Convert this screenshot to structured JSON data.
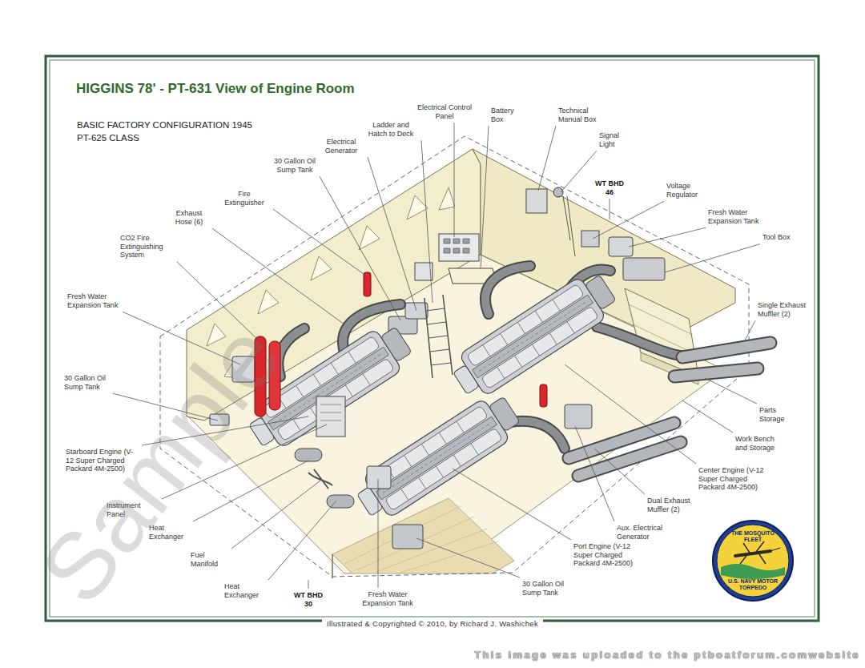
{
  "diagram": {
    "title": "HIGGINS 78' - PT-631 View of Engine Room",
    "caption": "Illustrated & Copyrighted © 2010, by Richard J. Washichek",
    "nodes": [
      {
        "text": [
          "THE MOSQUITO FLEET",
          "U.S. NAVY MOTOR TORPEDO"
        ]
      }
    ],
    "labels": [
      "BASIC FACTORY CONFIGURATION 1945",
      "PT-625 CLASS",
      "Electrical Control Panel",
      "Ladder and Hatch to Deck",
      "Electrical Generator",
      "30 Gallon Oil Sump Tank",
      "Fire Extinguisher",
      "Exhaust Hose (6)",
      "CO2 Fire Extinguishing System",
      "Fresh Water Expansion Tank",
      "30 Gallon Oil Sump Tank",
      "Starboard Engine (V-12 Super Charged Packard 4M-2500)",
      "Instrument Panel",
      "Heat Exchanger",
      "Fuel Manifold",
      "Heat Exchanger",
      "WT BHD 30",
      "Fresh Water Expansion Tank",
      "30 Gallon Oil Sump Tank",
      "Port Engine (V-12 Super Charged Packard 4M-2500)",
      "Aux. Electrical Generator",
      "Dual Exhaust Muffler (2)",
      "Center Engine (V-12 Super Charged Packard 4M-2500)",
      "Work Bench and Storage",
      "Parts Storage",
      "Single Exhaust Muffler (2)",
      "Tool Box",
      "Fresh Water Expansion Tank",
      "Voltage Regulator",
      "WT BHD 46",
      "Signal Light",
      "Technical Manual Box",
      "Battery Box",
      "Sample",
      "This image was uploaded to the ptboatforum.comwebsite"
    ]
  }
}
